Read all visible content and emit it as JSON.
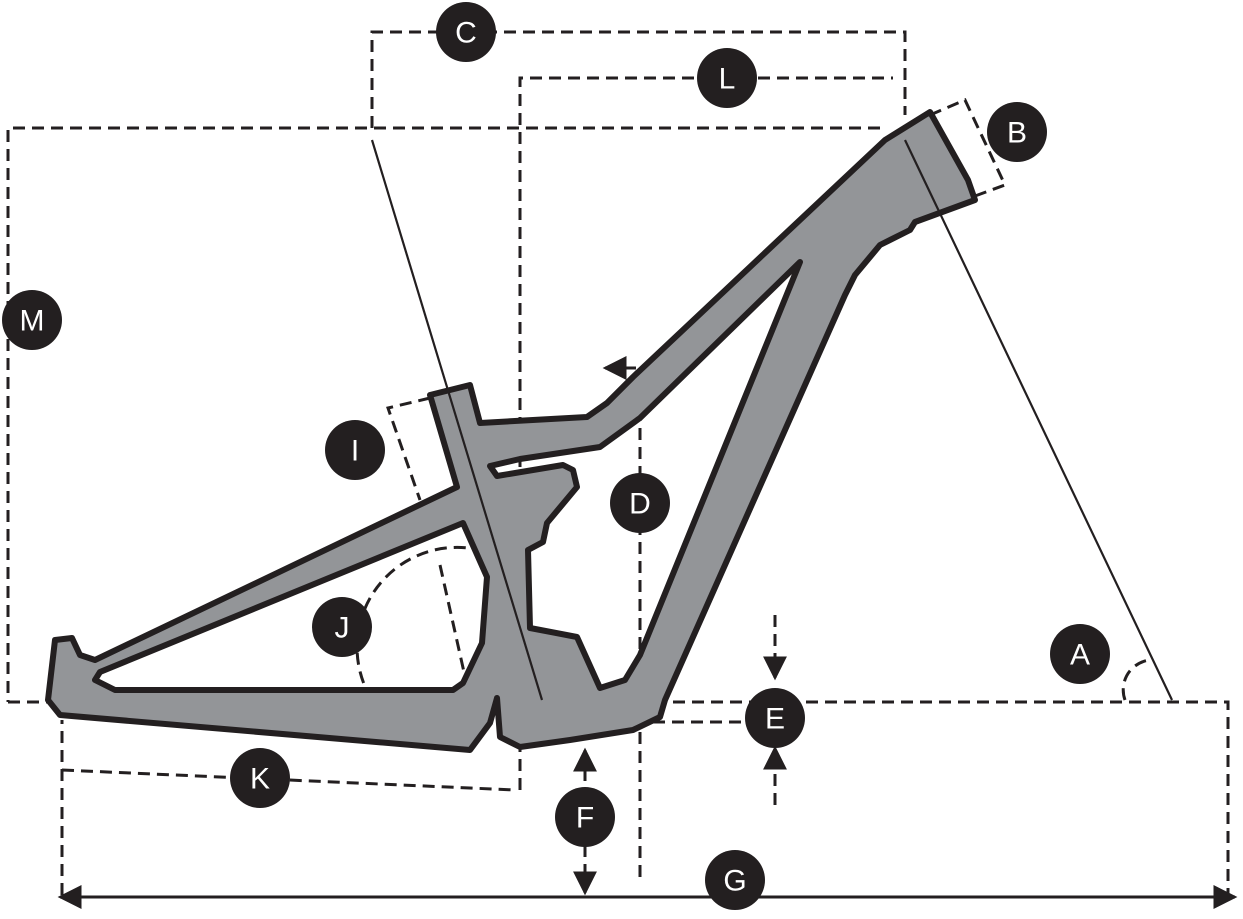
{
  "diagram": {
    "title": "Bike frame geometry",
    "colors": {
      "frame": "#939598",
      "outline": "#231f20",
      "badge": "#231f20",
      "badge_text": "#ffffff"
    },
    "labels": {
      "A": "A",
      "B": "B",
      "C": "C",
      "D": "D",
      "E": "E",
      "F": "F",
      "G": "G",
      "I": "I",
      "J": "J",
      "K": "K",
      "L": "L",
      "M": "M"
    }
  }
}
